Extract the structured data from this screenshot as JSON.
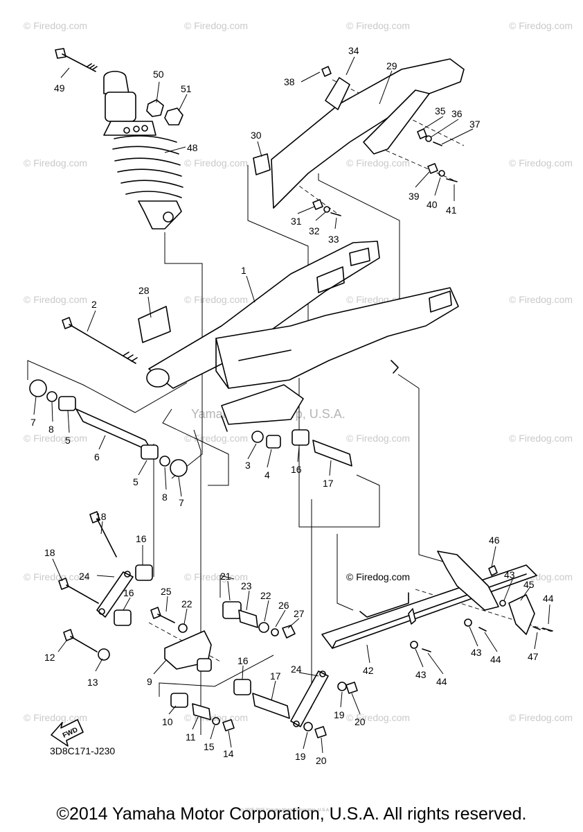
{
  "watermark": "© Firedog.com",
  "center_watermark": "Yamaha Motor Corp, U.S.A.",
  "inline_watermark": "© Firedog.com",
  "diagram_id": "3D8C171-J230",
  "fwd_label": "FWD",
  "micro_copyright": "(c) 2005-2015 Yamaha Motor Corporation, U.S.A.",
  "footer_copyright": "©2014 Yamaha Motor Corporation, U.S.A. All rights reserved.",
  "callouts": {
    "c1": "1",
    "c2": "2",
    "c3": "3",
    "c4": "4",
    "c5a": "5",
    "c5b": "5",
    "c6": "6",
    "c7a": "7",
    "c7b": "7",
    "c8a": "8",
    "c8b": "8",
    "c9": "9",
    "c10": "10",
    "c11": "11",
    "c12": "12",
    "c13": "13",
    "c14": "14",
    "c15": "15",
    "c16a": "16",
    "c16b": "16",
    "c16c": "16",
    "c16d": "16",
    "c17a": "17",
    "c17b": "17",
    "c18a": "18",
    "c18b": "18",
    "c19a": "19",
    "c19b": "19",
    "c20a": "20",
    "c20b": "20",
    "c21": "21",
    "c22a": "22",
    "c22b": "22",
    "c23": "23",
    "c24a": "24",
    "c24b": "24",
    "c25": "25",
    "c26": "26",
    "c27": "27",
    "c28": "28",
    "c29": "29",
    "c30": "30",
    "c31": "31",
    "c32": "32",
    "c33": "33",
    "c34": "34",
    "c35": "35",
    "c36": "36",
    "c37": "37",
    "c38": "38",
    "c39": "39",
    "c40": "40",
    "c41": "41",
    "c42": "42",
    "c43a": "43",
    "c43b": "43",
    "c43c": "43",
    "c44a": "44",
    "c44b": "44",
    "c44c": "44",
    "c45": "45",
    "c46": "46",
    "c47": "47",
    "c48": "48",
    "c49": "49",
    "c50": "50",
    "c51": "51"
  }
}
